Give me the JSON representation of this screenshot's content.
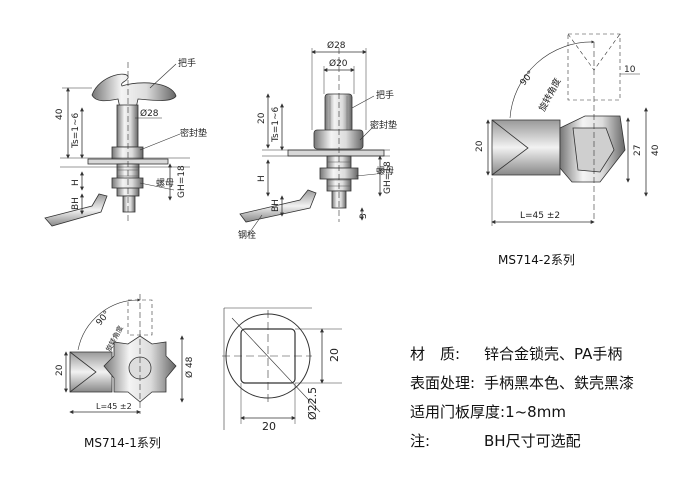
{
  "drawing1": {
    "dims": {
      "dia28": "Ø28",
      "h40": "40",
      "ts": "Ts=1~6",
      "h": "H",
      "bh": "BH",
      "gh": "GH=18"
    },
    "labels": {
      "handle": "把手",
      "gasket": "密封垫",
      "nut": "螺母"
    }
  },
  "drawing2": {
    "dims": {
      "dia28": "Ø28",
      "dia20": "Ø20",
      "h20": "20",
      "ts": "Ts=1~6",
      "h": "H",
      "bh": "BH",
      "gh": "GH=18",
      "three": "3"
    },
    "labels": {
      "handle": "把手",
      "gasket": "密封垫",
      "nut": "螺母",
      "latch": "钢栓"
    }
  },
  "drawing3": {
    "dims": {
      "d10": "10",
      "d20": "20",
      "d27": "27",
      "d40": "40",
      "angle": "90°",
      "l": "L=45 ±2"
    },
    "labels": {
      "rotation": "旋转角度"
    },
    "caption": "MS714-2系列"
  },
  "drawing4": {
    "dims": {
      "d20": "20",
      "d48": "Ø 48",
      "angle": "90°",
      "l": "L=45 ±2"
    },
    "labels": {
      "rotation": "旋转角度"
    },
    "caption": "MS714-1系列"
  },
  "drawing5": {
    "dims": {
      "d20v": "20",
      "d20h": "20",
      "dia": "Ø22.5"
    }
  },
  "specs": {
    "material_key": "材　质:",
    "material_val": "锌合金锁壳、PA手柄",
    "surface_key": "表面处理:",
    "surface_val": "手柄黑本色、鉄壳黑漆",
    "thickness_key": "适用门板厚度:",
    "thickness_val": "1~8mm",
    "note_key": "注:",
    "note_val": "BH尺寸可选配"
  },
  "colors": {
    "line": "#333333",
    "metal_light": "#eeeeee",
    "metal_dark": "#888888"
  }
}
